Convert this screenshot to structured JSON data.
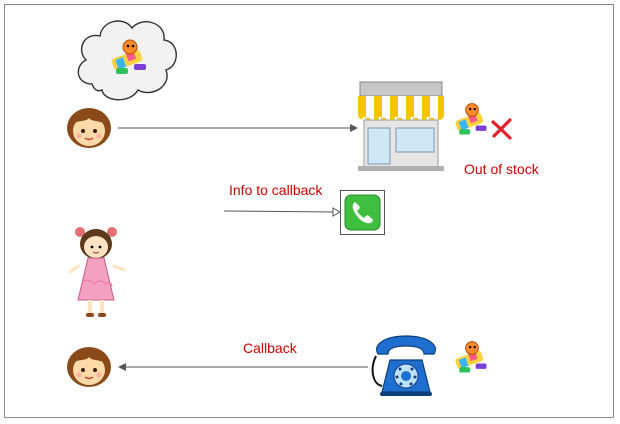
{
  "labels": {
    "out_of_stock": "Out of stock",
    "info_to_callback": "Info to callback",
    "callback": "Callback"
  },
  "colors": {
    "label_red": "#cc0000",
    "arrow": "#555555",
    "awning_yellow": "#f5c400",
    "phone_blue": "#1f6fd1",
    "phone_app_green": "#3fbf3f",
    "cross_red": "#e0202a"
  },
  "icons": [
    "thought-cloud-icon",
    "toy-icon",
    "girl-face-icon",
    "shop-icon",
    "cross-icon",
    "phone-app-icon",
    "girl-full-icon",
    "rotary-phone-icon"
  ]
}
